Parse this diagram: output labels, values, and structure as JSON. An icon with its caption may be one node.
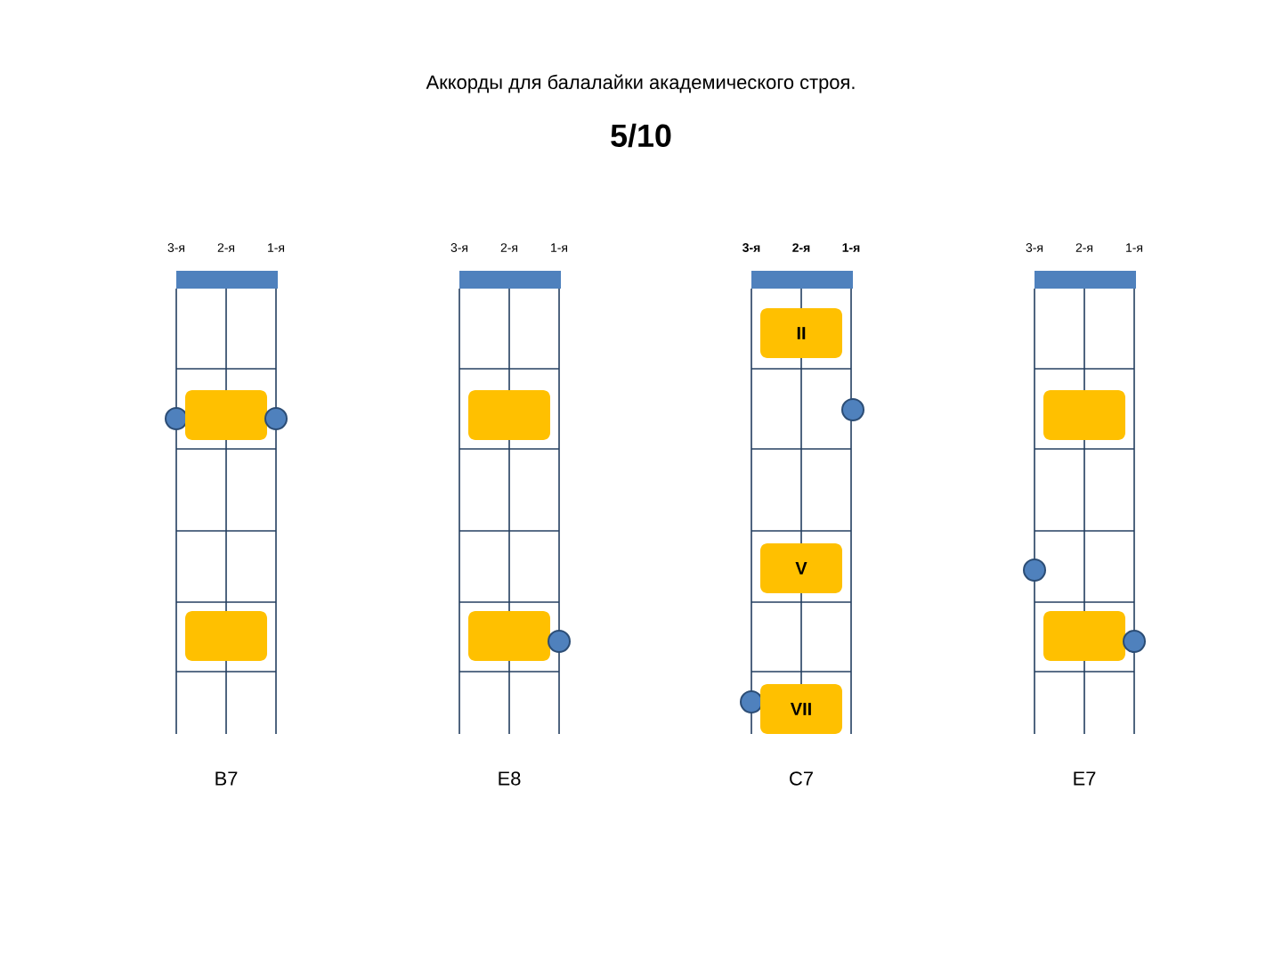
{
  "diagram": {
    "title": "Аккорды для балалайки академического строя.",
    "nodes": [
      {
        "text": [],
        "shape": "circle"
      },
      {
        "text": [],
        "shape": "box"
      },
      {
        "text": [],
        "shape": "circle"
      },
      {
        "text": [],
        "shape": "box"
      },
      {
        "text": [],
        "shape": "box"
      },
      {
        "text": [],
        "shape": "box"
      },
      {
        "text": [],
        "shape": "circle"
      },
      {
        "text": [
          "II"
        ]
      },
      {
        "text": [],
        "shape": "circle"
      },
      {
        "text": [
          "V"
        ]
      },
      {
        "text": [],
        "shape": "circle"
      },
      {
        "text": [
          "VII"
        ]
      },
      {
        "text": [],
        "shape": "box"
      },
      {
        "text": [],
        "shape": "circle"
      },
      {
        "text": [],
        "shape": "box"
      },
      {
        "text": [],
        "shape": "circle"
      }
    ],
    "labels": [
      "5/10",
      "3-я",
      "2-я",
      "1-я",
      "3-я",
      "2-я",
      "1-я",
      "3-я",
      "2-я",
      "1-я",
      "3-я",
      "2-я",
      "1-я",
      "B7",
      "E8",
      "C7",
      "E7"
    ]
  }
}
